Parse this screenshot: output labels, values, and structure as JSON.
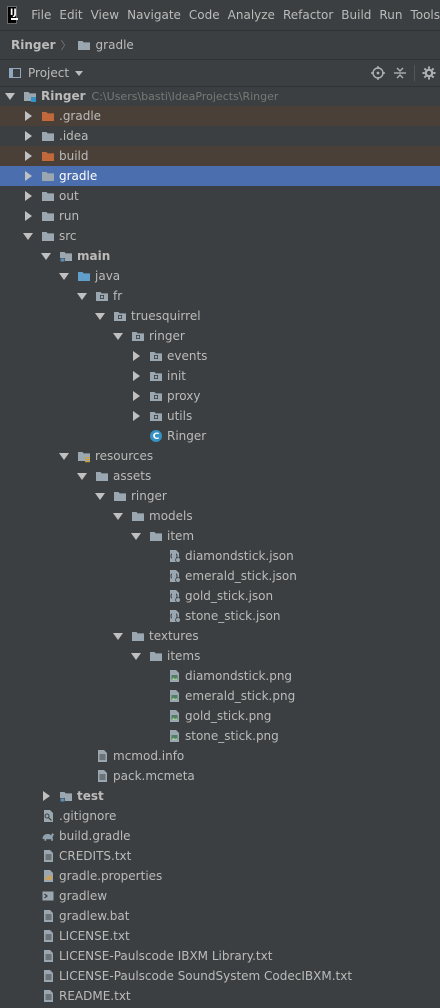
{
  "menu": [
    "File",
    "Edit",
    "View",
    "Navigate",
    "Code",
    "Analyze",
    "Refactor",
    "Build",
    "Run",
    "Tools"
  ],
  "breadcrumb": {
    "root": "Ringer",
    "current": "gradle"
  },
  "toolwindow": {
    "title": "Project"
  },
  "colors": {
    "folder": "#9aa7b0",
    "folder_excluded": "#c1693a",
    "selection": "#4b6eaf",
    "excluded_bg": "#4a4038",
    "java_class": "#3592c4"
  },
  "tree": [
    {
      "label": "Ringer",
      "path": "C:\\Users\\basti\\IdeaProjects\\Ringer",
      "depth": 0,
      "arrow": "expanded",
      "icon": "module-folder",
      "bold": true
    },
    {
      "label": ".gradle",
      "depth": 1,
      "arrow": "collapsed",
      "icon": "folder-excluded",
      "excluded": true
    },
    {
      "label": ".idea",
      "depth": 1,
      "arrow": "collapsed",
      "icon": "folder"
    },
    {
      "label": "build",
      "depth": 1,
      "arrow": "collapsed",
      "icon": "folder-excluded",
      "excluded": true
    },
    {
      "label": "gradle",
      "depth": 1,
      "arrow": "collapsed",
      "icon": "folder",
      "selected": true
    },
    {
      "label": "out",
      "depth": 1,
      "arrow": "collapsed",
      "icon": "folder"
    },
    {
      "label": "run",
      "depth": 1,
      "arrow": "collapsed",
      "icon": "folder"
    },
    {
      "label": "src",
      "depth": 1,
      "arrow": "expanded",
      "icon": "folder"
    },
    {
      "label": "main",
      "depth": 2,
      "arrow": "expanded",
      "icon": "source-root-folder",
      "bold": true
    },
    {
      "label": "java",
      "depth": 3,
      "arrow": "expanded",
      "icon": "source-folder"
    },
    {
      "label": "fr",
      "depth": 4,
      "arrow": "expanded",
      "icon": "package"
    },
    {
      "label": "truesquirrel",
      "depth": 5,
      "arrow": "expanded",
      "icon": "package"
    },
    {
      "label": "ringer",
      "depth": 6,
      "arrow": "expanded",
      "icon": "package"
    },
    {
      "label": "events",
      "depth": 7,
      "arrow": "collapsed",
      "icon": "package"
    },
    {
      "label": "init",
      "depth": 7,
      "arrow": "collapsed",
      "icon": "package"
    },
    {
      "label": "proxy",
      "depth": 7,
      "arrow": "collapsed",
      "icon": "package"
    },
    {
      "label": "utils",
      "depth": 7,
      "arrow": "collapsed",
      "icon": "package"
    },
    {
      "label": "Ringer",
      "depth": 7,
      "arrow": "none",
      "icon": "java-class"
    },
    {
      "label": "resources",
      "depth": 3,
      "arrow": "expanded",
      "icon": "resources-folder"
    },
    {
      "label": "assets",
      "depth": 4,
      "arrow": "expanded",
      "icon": "folder"
    },
    {
      "label": "ringer",
      "depth": 5,
      "arrow": "expanded",
      "icon": "folder"
    },
    {
      "label": "models",
      "depth": 6,
      "arrow": "expanded",
      "icon": "folder"
    },
    {
      "label": "item",
      "depth": 7,
      "arrow": "expanded",
      "icon": "folder"
    },
    {
      "label": "diamondstick.json",
      "depth": 8,
      "arrow": "none",
      "icon": "json-file"
    },
    {
      "label": "emerald_stick.json",
      "depth": 8,
      "arrow": "none",
      "icon": "json-file"
    },
    {
      "label": "gold_stick.json",
      "depth": 8,
      "arrow": "none",
      "icon": "json-file"
    },
    {
      "label": "stone_stick.json",
      "depth": 8,
      "arrow": "none",
      "icon": "json-file"
    },
    {
      "label": "textures",
      "depth": 6,
      "arrow": "expanded",
      "icon": "folder"
    },
    {
      "label": "items",
      "depth": 7,
      "arrow": "expanded",
      "icon": "folder"
    },
    {
      "label": "diamondstick.png",
      "depth": 8,
      "arrow": "none",
      "icon": "image-file"
    },
    {
      "label": "emerald_stick.png",
      "depth": 8,
      "arrow": "none",
      "icon": "image-file"
    },
    {
      "label": "gold_stick.png",
      "depth": 8,
      "arrow": "none",
      "icon": "image-file"
    },
    {
      "label": "stone_stick.png",
      "depth": 8,
      "arrow": "none",
      "icon": "image-file"
    },
    {
      "label": "mcmod.info",
      "depth": 4,
      "arrow": "none",
      "icon": "text-file"
    },
    {
      "label": "pack.mcmeta",
      "depth": 4,
      "arrow": "none",
      "icon": "text-file"
    },
    {
      "label": "test",
      "depth": 2,
      "arrow": "collapsed",
      "icon": "source-root-folder",
      "bold": true
    },
    {
      "label": ".gitignore",
      "depth": 1,
      "arrow": "none",
      "icon": "gitignore-file"
    },
    {
      "label": "build.gradle",
      "depth": 1,
      "arrow": "none",
      "icon": "gradle-file"
    },
    {
      "label": "CREDITS.txt",
      "depth": 1,
      "arrow": "none",
      "icon": "text-file"
    },
    {
      "label": "gradle.properties",
      "depth": 1,
      "arrow": "none",
      "icon": "properties-file"
    },
    {
      "label": "gradlew",
      "depth": 1,
      "arrow": "none",
      "icon": "shell-file"
    },
    {
      "label": "gradlew.bat",
      "depth": 1,
      "arrow": "none",
      "icon": "text-file"
    },
    {
      "label": "LICENSE.txt",
      "depth": 1,
      "arrow": "none",
      "icon": "text-file"
    },
    {
      "label": "LICENSE-Paulscode IBXM Library.txt",
      "depth": 1,
      "arrow": "none",
      "icon": "text-file"
    },
    {
      "label": "LICENSE-Paulscode SoundSystem CodecIBXM.txt",
      "depth": 1,
      "arrow": "none",
      "icon": "text-file"
    },
    {
      "label": "README.txt",
      "depth": 1,
      "arrow": "none",
      "icon": "text-file"
    }
  ]
}
